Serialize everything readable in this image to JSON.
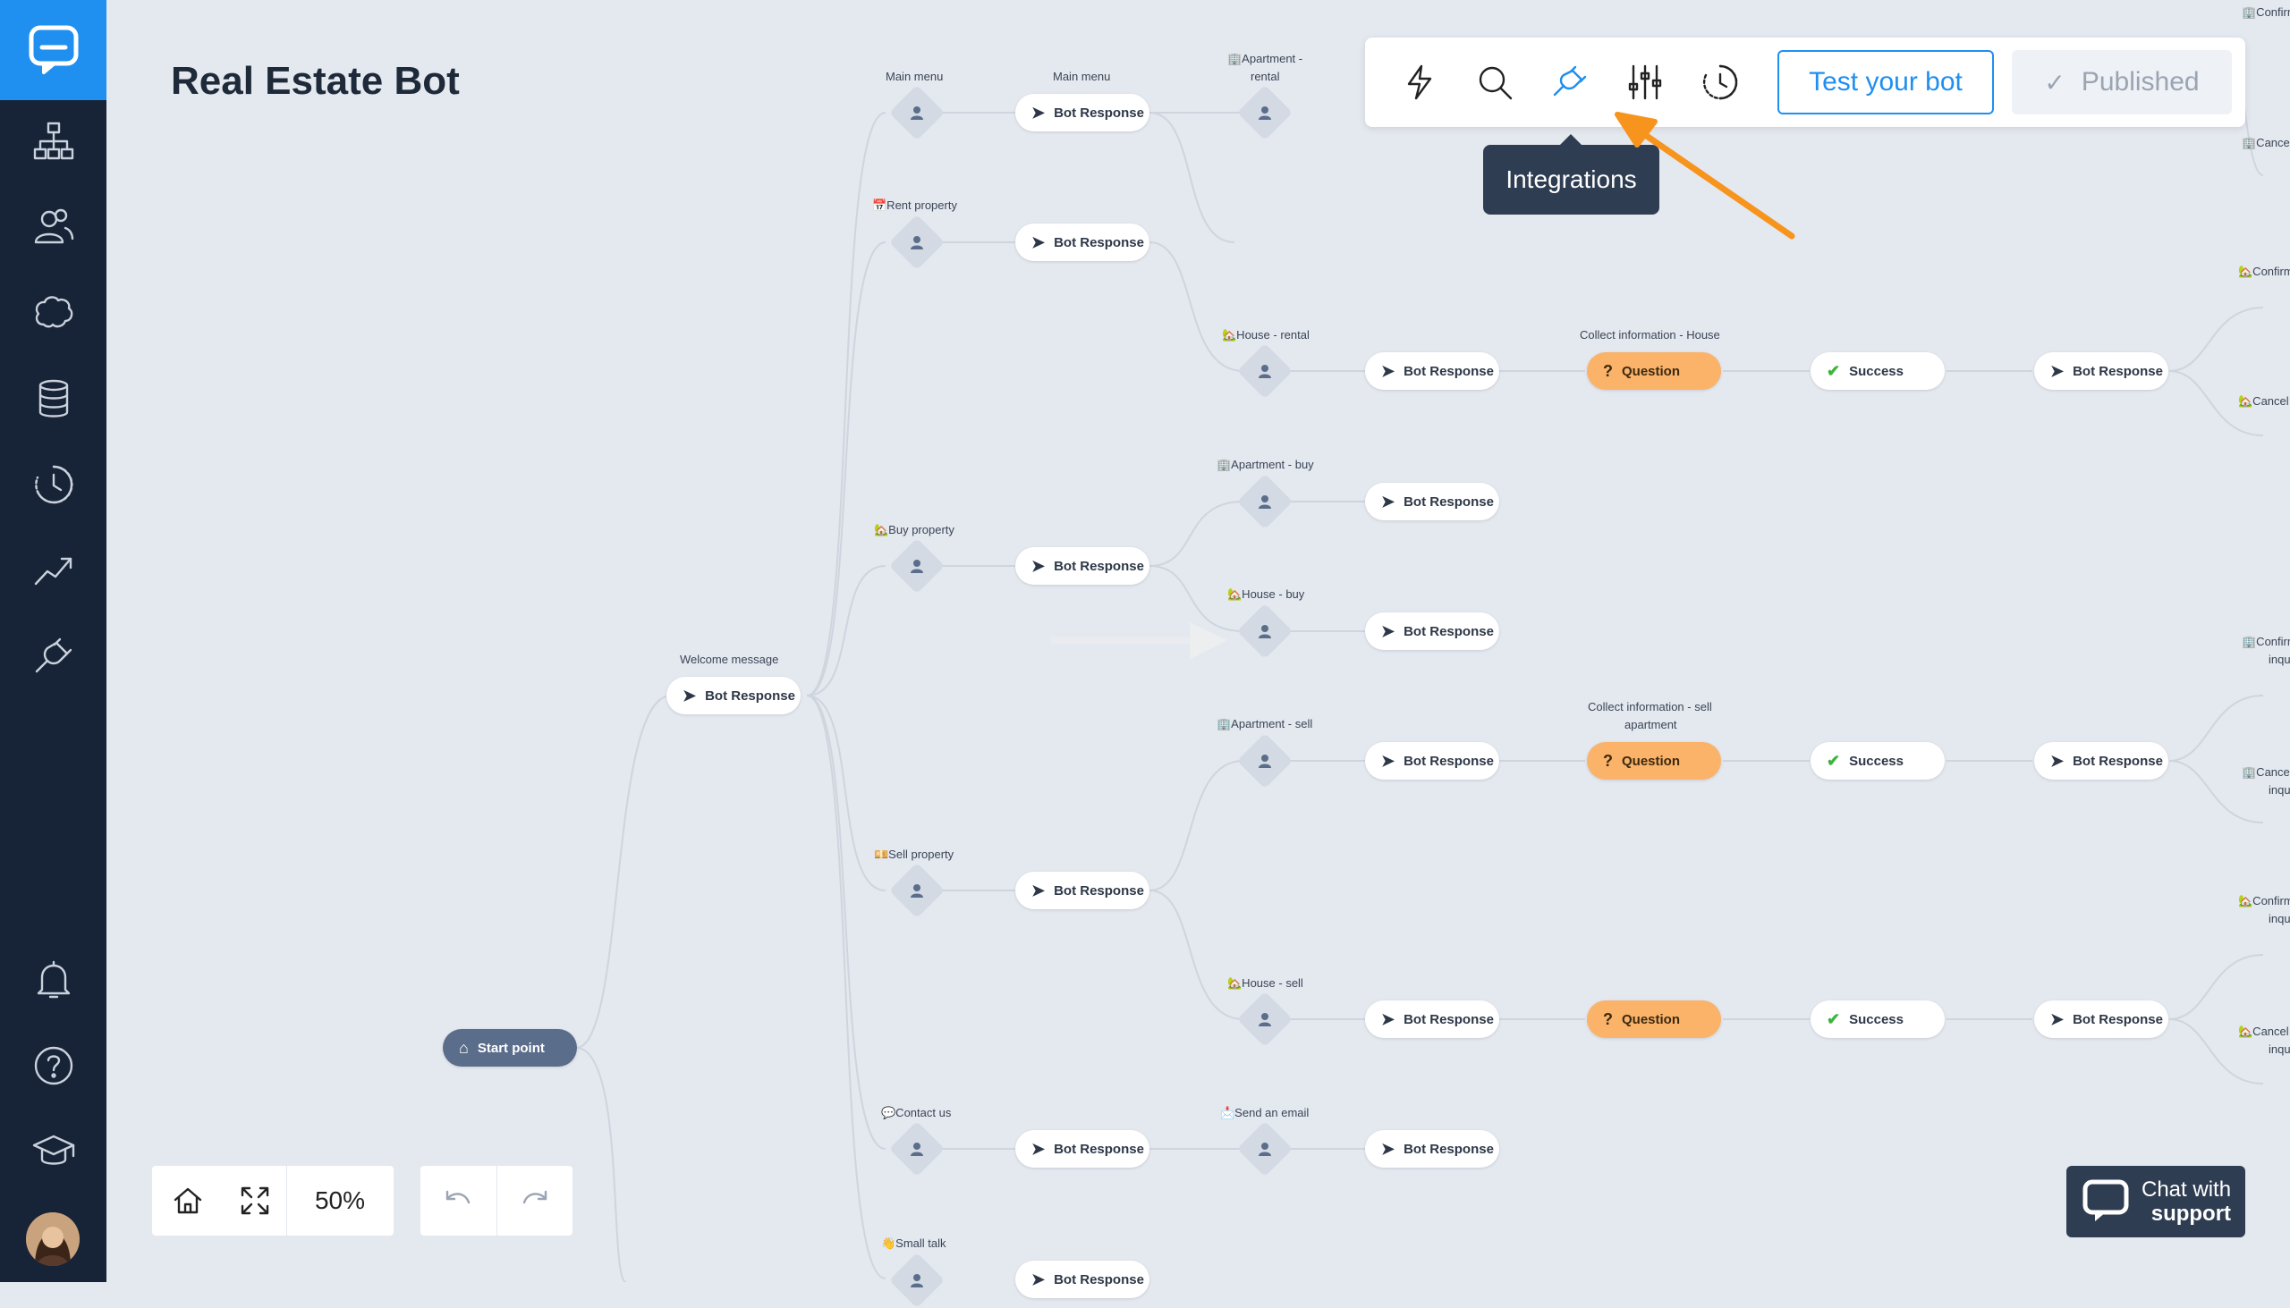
{
  "app": {
    "title": "Real Estate Bot"
  },
  "sidebar": {
    "items": [
      {
        "name": "sidebar-item-bot-builder",
        "icon": "org-chart-icon"
      },
      {
        "name": "sidebar-item-users",
        "icon": "users-icon"
      },
      {
        "name": "sidebar-item-training",
        "icon": "brain-icon"
      },
      {
        "name": "sidebar-item-data",
        "icon": "database-icon"
      },
      {
        "name": "sidebar-item-history",
        "icon": "clock-icon"
      },
      {
        "name": "sidebar-item-reports",
        "icon": "trend-icon"
      },
      {
        "name": "sidebar-item-integrations",
        "icon": "plug-icon"
      },
      {
        "name": "sidebar-item-notifications",
        "icon": "bell-icon"
      },
      {
        "name": "sidebar-item-help",
        "icon": "help-icon"
      },
      {
        "name": "sidebar-item-academy",
        "icon": "graduation-cap-icon"
      }
    ]
  },
  "toolbar": {
    "test_label": "Test your bot",
    "published_label": "Published",
    "tooltip": "Integrations"
  },
  "zoom": {
    "level": "50%"
  },
  "chat_support": {
    "line1": "Chat with",
    "line2": "support"
  },
  "nodes": {
    "start": "Start point",
    "bot_response": "Bot Response",
    "question": "Question",
    "success": "Success"
  },
  "labels": {
    "main_menu_block": "Main menu",
    "main_menu_response": "Main menu",
    "rent_property": "📅Rent property",
    "buy_property": "🏡Buy property",
    "sell_property": "💴Sell property",
    "contact_us": "💬Contact us",
    "small_talk": "👋Small talk",
    "welcome_message": "Welcome message",
    "apartment_rental_1": "🏢Apartment -",
    "apartment_rental_2": "rental",
    "house_rental": "🏡House - rental",
    "apartment_buy": "🏢Apartment - buy",
    "house_buy": "🏡House - buy",
    "apartment_sell": "🏢Apartment - sell",
    "house_sell": "🏡House - sell",
    "send_email": "📩Send an email",
    "collect_house": "Collect information - House",
    "collect_sell_1": "Collect information - sell",
    "collect_sell_2": "apartment",
    "confirm": "🏢Confirm",
    "cancel": "🏢Cancel",
    "confirm2": "🏡Confirm",
    "cancel2": "🏡Cancel",
    "confirm3": "🏢Confirm",
    "inqu": "inqu",
    "cancel3": "🏢Cancel",
    "confirm4": "🏡Confirm",
    "cancel4": "🏡Cancel"
  },
  "colors": {
    "sidebar": "#172336",
    "accent": "#1f8ff0",
    "question": "#fbb269",
    "success": "#3cb43c",
    "annotation_arrow": "#f7941d"
  }
}
